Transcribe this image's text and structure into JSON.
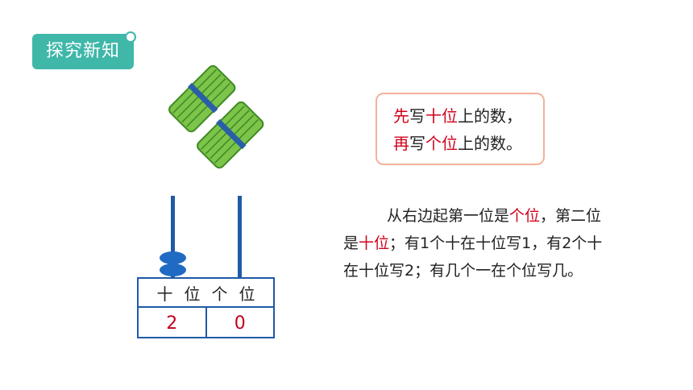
{
  "badge": {
    "label": "探究新知"
  },
  "rule": {
    "line1": {
      "a": "先",
      "b": "写",
      "c": "十位",
      "d": "上的数，"
    },
    "line2": {
      "a": "再",
      "b": "写",
      "c": "个位",
      "d": "上的数。"
    }
  },
  "abacus": {
    "headers": "十位个位",
    "tens_value": "2",
    "ones_value": "0",
    "tens_beads": 2,
    "ones_beads": 0
  },
  "explanation": {
    "p1": "从右边起第一位是",
    "p2": "个位",
    "p3": "，",
    "p4": "第二位是",
    "p5": "十位",
    "p6": "；有1个十在十位写1，有2个十在十位写2；有几个一在个位写几。"
  },
  "colors": {
    "badge": "#3fb7a9",
    "emphasis": "#d0021b",
    "abacus_blue": "#1f5aa6",
    "stick_green": "#7cc44a"
  },
  "icons": {
    "bundles": "stick-bundles-icon"
  }
}
